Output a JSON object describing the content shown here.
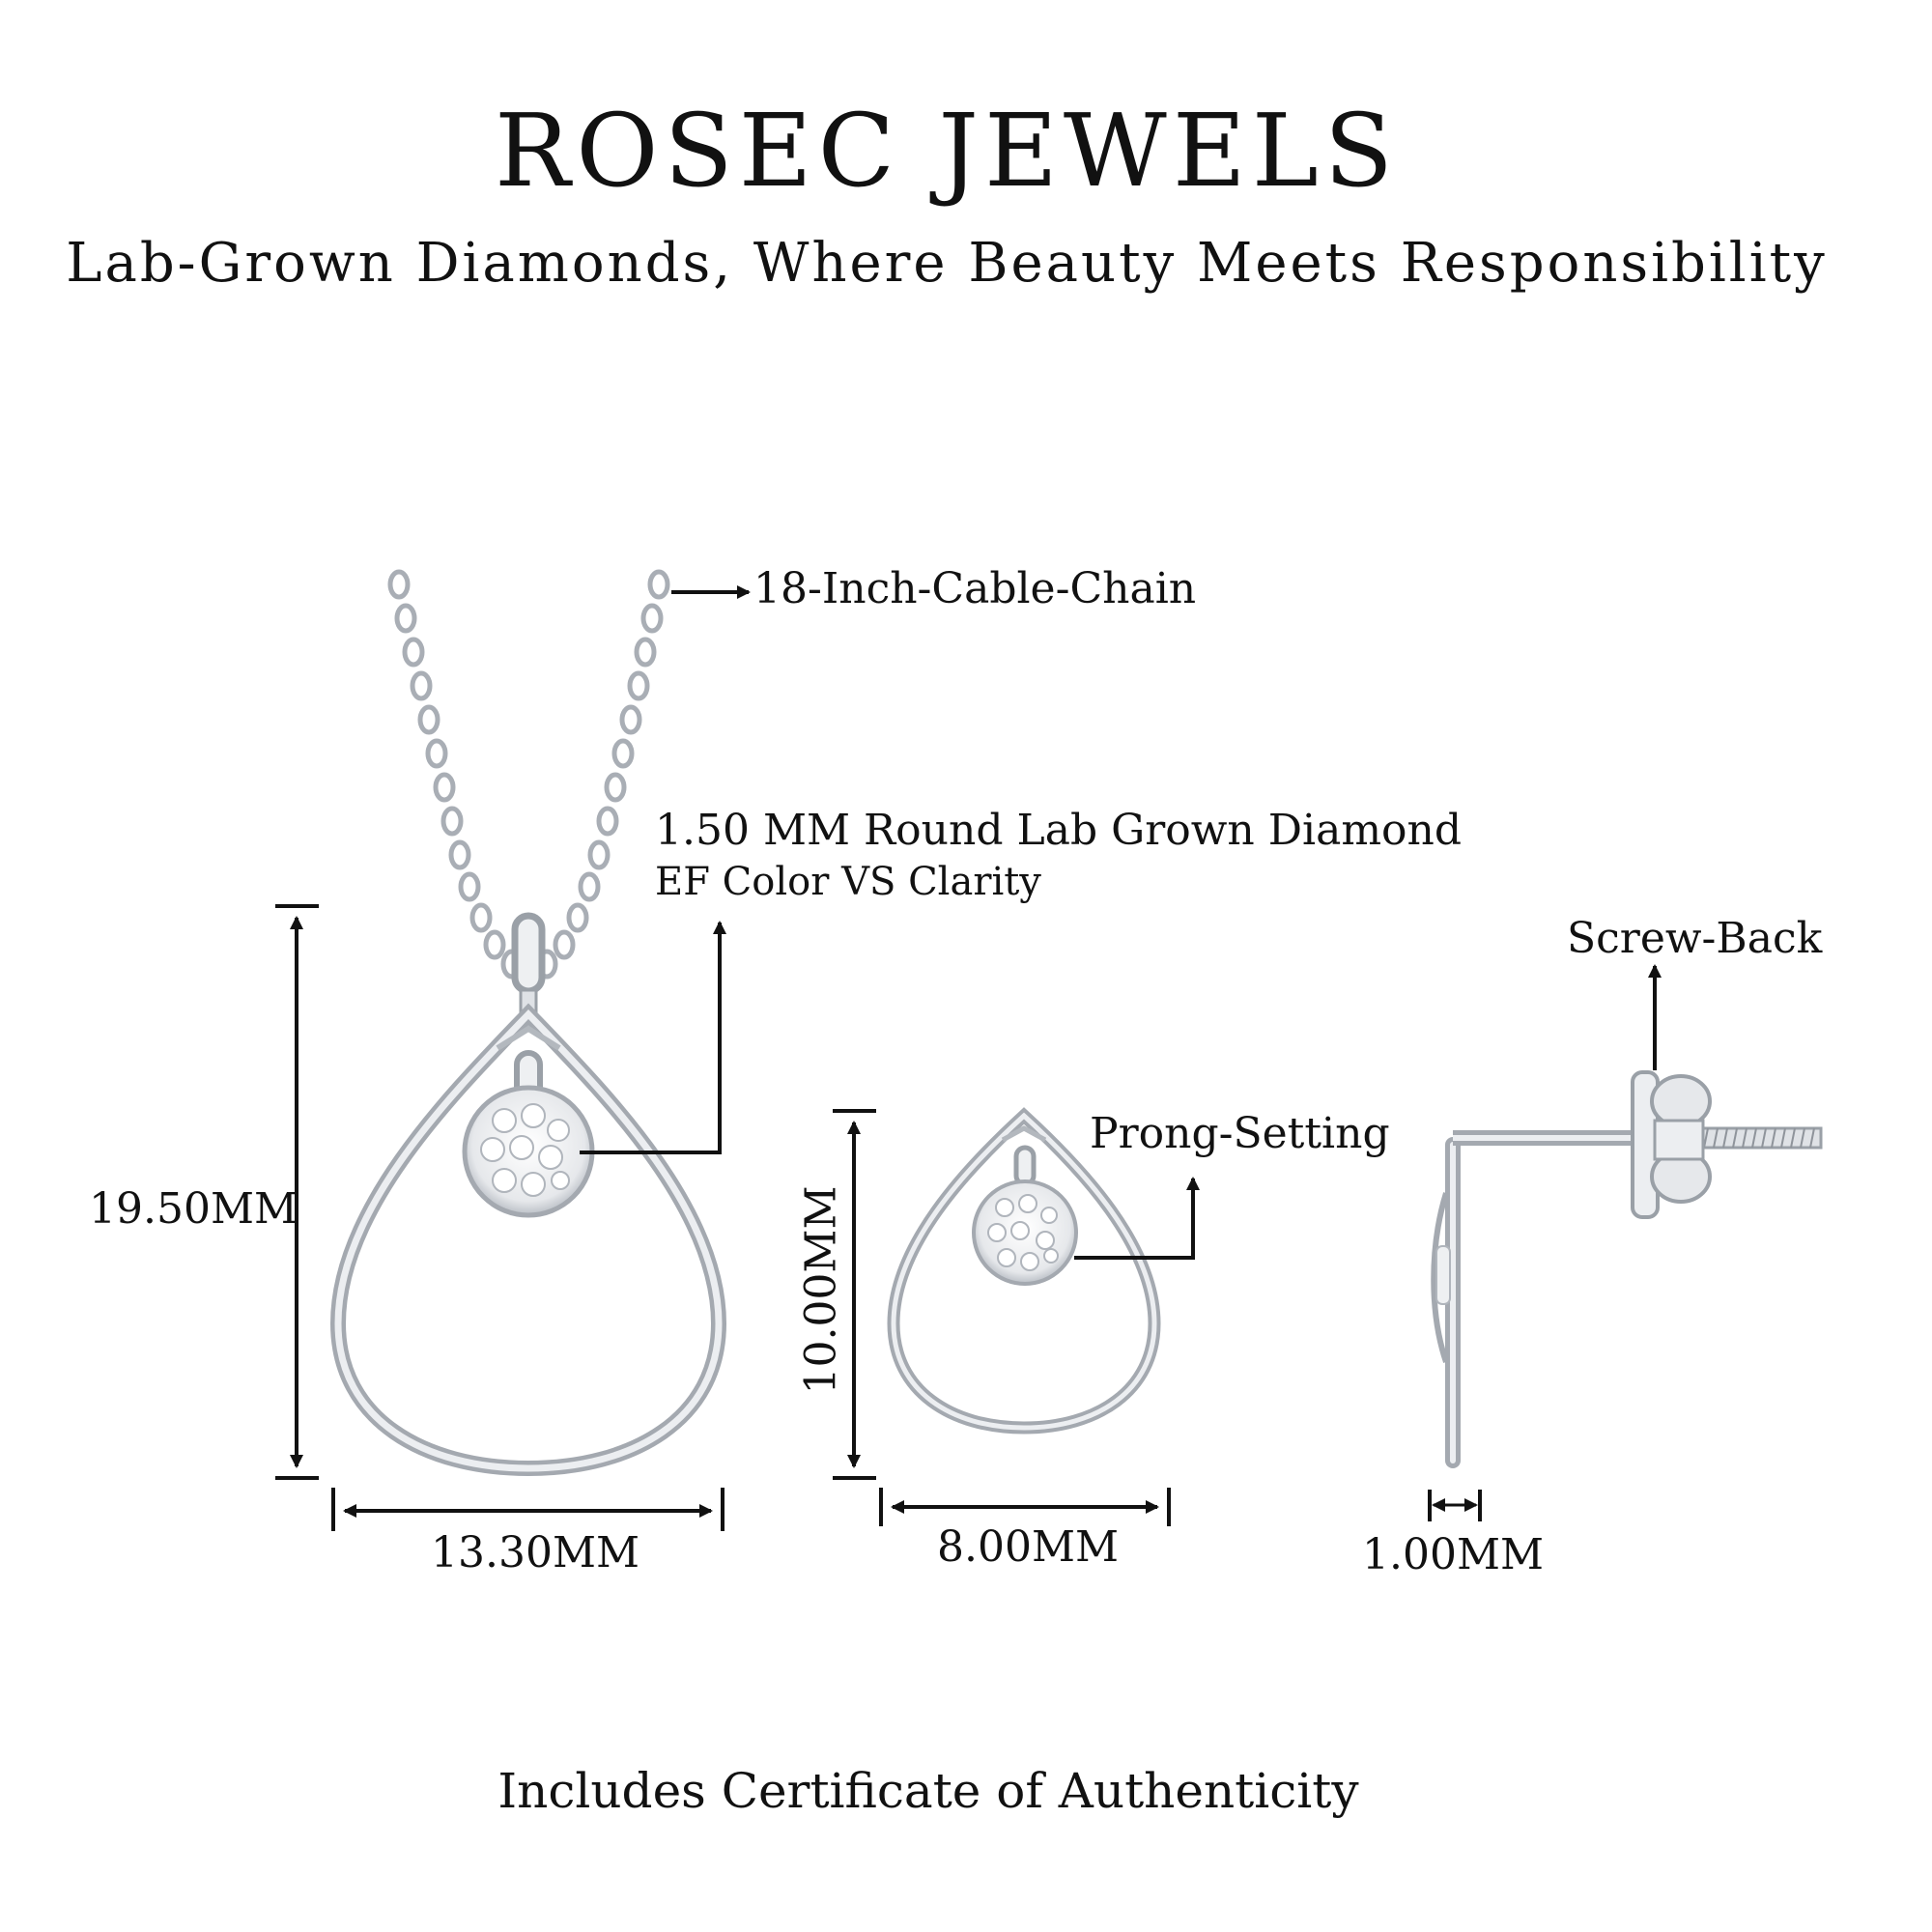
{
  "header": {
    "brand": "ROSEC JEWELS",
    "tagline": "Lab-Grown Diamonds, Where Beauty Meets Responsibility"
  },
  "callouts": {
    "chain": "18-Inch-Cable-Chain",
    "diamond_line1": "1.50 MM Round Lab Grown Diamond",
    "diamond_line2": "EF Color VS Clarity",
    "prong": "Prong-Setting",
    "screw_back": "Screw-Back"
  },
  "dimensions": {
    "pendant_height": "19.50MM",
    "pendant_width": "13.30MM",
    "earring_height": "10.00MM",
    "earring_width": "8.00MM",
    "earring_thickness": "1.00MM"
  },
  "footer": {
    "certificate": "Includes Certificate of Authenticity"
  },
  "colors": {
    "metal": "#c9ccd1",
    "metal_dark": "#8f949b",
    "ink": "#111111",
    "background": "#ffffff"
  }
}
